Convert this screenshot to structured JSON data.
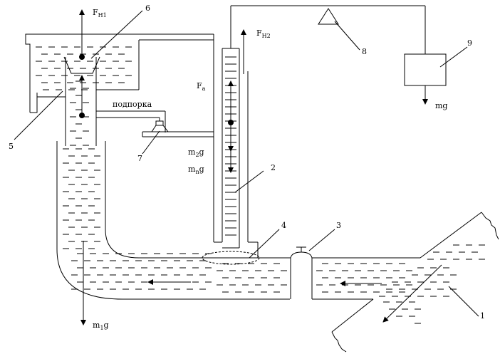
{
  "labels": {
    "fh1_main": "F",
    "fh1_sub": "H1",
    "fh2_main": "F",
    "fh2_sub": "H2",
    "fa_main": "F",
    "fa_sub": "a",
    "support": "подпорка",
    "m2g_pre": "m",
    "m2g_sub": "2",
    "m2g_post": "g",
    "mng_pre": "m",
    "mng_sub": "n",
    "mng_post": "g",
    "m1g_pre": "m",
    "m1g_sub": "1",
    "m1g_post": "g",
    "mg": "mg"
  },
  "numbers": {
    "n1": "1",
    "n2": "2",
    "n3": "3",
    "n4": "4",
    "n5": "5",
    "n6": "6",
    "n7": "7",
    "n8": "8",
    "n9": "9"
  }
}
